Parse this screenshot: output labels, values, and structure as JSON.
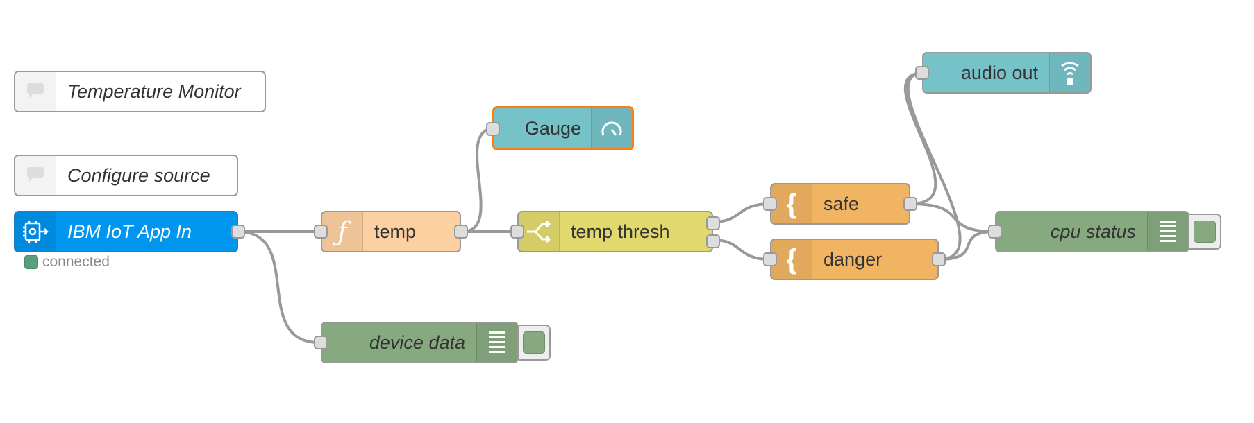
{
  "nodes": {
    "comment_temperature_monitor": {
      "label": "Temperature Monitor",
      "icon": "comment-icon",
      "color": "#ffffff"
    },
    "comment_configure_source": {
      "label": "Configure source",
      "icon": "comment-icon",
      "color": "#ffffff"
    },
    "ibm_iot_in": {
      "label": "IBM IoT App In",
      "icon": "iot-chip-icon",
      "color": "#0096f0",
      "status": "connected",
      "status_color": "#5a9e82"
    },
    "temp_function": {
      "label": "temp",
      "icon": "function-icon",
      "color": "#fdd0a2"
    },
    "gauge": {
      "label": "Gauge",
      "icon": "gauge-icon",
      "color": "#76c2c9",
      "selected": true
    },
    "temp_thresh": {
      "label": "temp thresh",
      "icon": "switch-icon",
      "color": "#e2d96e"
    },
    "safe_template": {
      "label": "safe",
      "icon": "template-icon",
      "color": "#f0b463"
    },
    "danger_template": {
      "label": "danger",
      "icon": "template-icon",
      "color": "#f0b463"
    },
    "audio_out": {
      "label": "audio out",
      "icon": "audio-icon",
      "color": "#76c2c9"
    },
    "cpu_status_debug": {
      "label": "cpu status",
      "icon": "debug-icon",
      "color": "#87a980"
    },
    "device_data_debug": {
      "label": "device data",
      "icon": "debug-icon",
      "color": "#87a980"
    }
  },
  "wire_color": "#999999"
}
